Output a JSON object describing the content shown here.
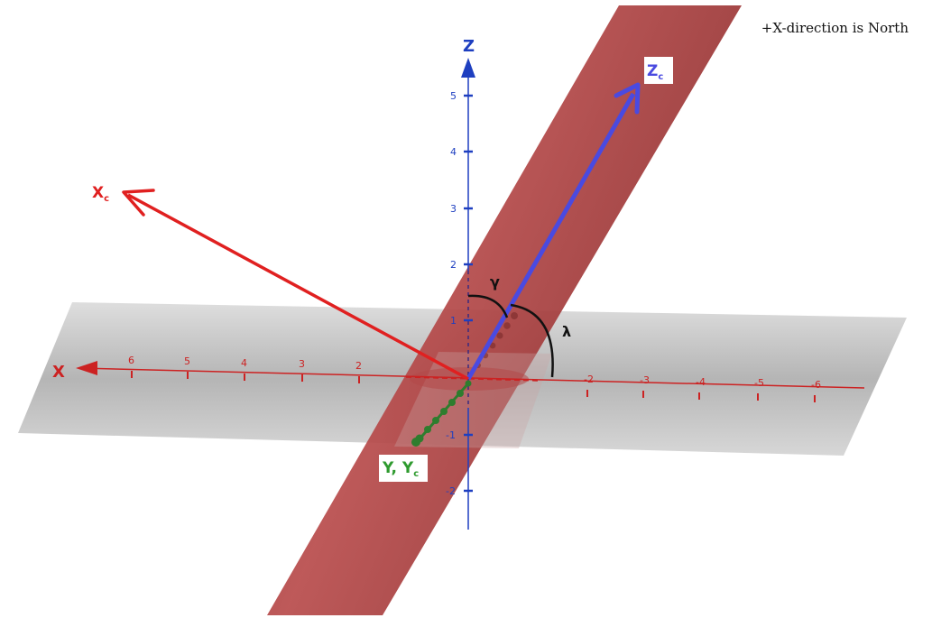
{
  "note": "+X-direction is North",
  "colors": {
    "x_axis": "#cc2222",
    "z_axis": "#1e3fc0",
    "y_axis": "#2e7d2e",
    "zc_vector": "#4a4ae0",
    "xc_vector": "#e02020",
    "cylinder": "#a83a3a",
    "plane": "#9a9a9a",
    "angle_arc": "#111111"
  },
  "axes": {
    "x": {
      "label": "X",
      "ticks": [
        "6",
        "5",
        "4",
        "3",
        "2",
        "-2",
        "-3",
        "-4",
        "-5",
        "-6"
      ]
    },
    "z": {
      "label": "Z",
      "ticks": [
        "5",
        "4",
        "3",
        "2",
        "1",
        "-1",
        "-2"
      ]
    }
  },
  "vectors": {
    "zc": {
      "main": "Z",
      "sub": "c"
    },
    "xc": {
      "main": "X",
      "sub": "c"
    },
    "yc": {
      "main": "Y, Y",
      "sub": "c"
    }
  },
  "angles": {
    "gamma": "γ",
    "lambda": "λ"
  }
}
